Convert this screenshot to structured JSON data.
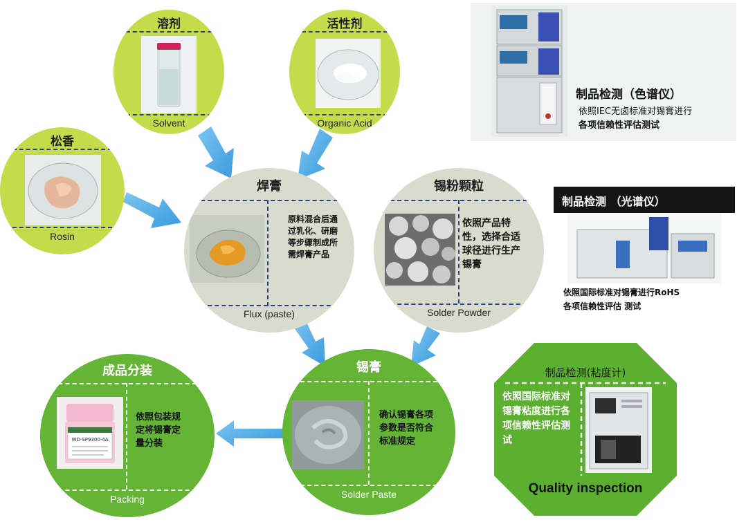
{
  "nodes": {
    "solvent": {
      "title": "溶剂",
      "subtitle": "Solvent"
    },
    "organic_acid": {
      "title": "活性剂",
      "subtitle": "Organic Acid"
    },
    "rosin": {
      "title": "松香",
      "subtitle": "Rosin"
    },
    "flux": {
      "title": "焊膏",
      "subtitle": "Flux (paste)",
      "description": "原料混合后通过乳化、研磨等步骤制成所需焊膏产品"
    },
    "solder_powder": {
      "title": "锡粉颗粒",
      "subtitle": "Solder Powder",
      "description": "依照产品特性，选择合适球径进行生产锡膏"
    },
    "solder_paste": {
      "title": "锡膏",
      "subtitle": "Solder Paste",
      "description": "确认锡膏各项参数是否符合标准规定"
    },
    "packing": {
      "title": "成品分装",
      "subtitle": "Packing",
      "description": "依照包装规定将锡膏定量分装",
      "jar_label": "WD-SP9300-4A"
    }
  },
  "inspections": {
    "chromatograph": {
      "title": "制品检测（色谱仪）",
      "line1": "依照IEC无卤标准对锡膏进行",
      "line2": "各项信赖性评估测试"
    },
    "spectrometer": {
      "title": "制品检测 （光谱仪）",
      "line1": "依照国际标准对锡膏进行RoHS",
      "line2": "各项信赖性评估 测试"
    },
    "viscometer": {
      "title": "制品检测(粘度计)",
      "description": "依照国际标准对锡膏粘度进行各项信赖性评估测试",
      "footer": "Quality inspection"
    }
  },
  "colors": {
    "lime": "#c5dc4a",
    "grey": "#d9dccd",
    "green": "#64b436",
    "dash_blue": "#2a3e8f",
    "arrow_blue": "#4aa6e0"
  }
}
